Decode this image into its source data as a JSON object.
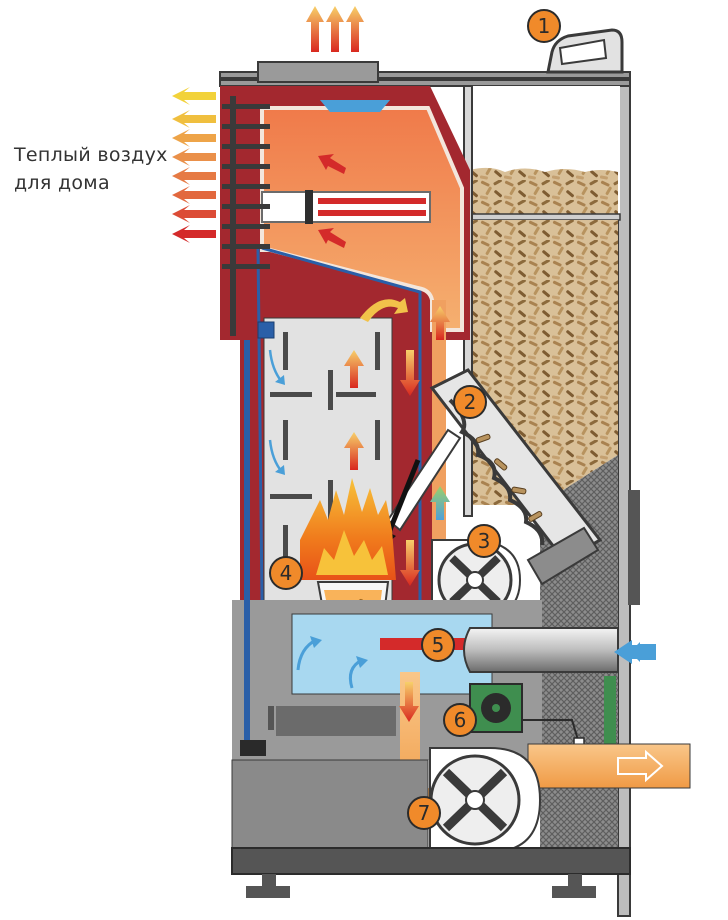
{
  "caption": {
    "line1": "Теплый воздух",
    "line2": "для дома"
  },
  "markers": [
    {
      "number": "1",
      "name": "pellet-hopper-lid"
    },
    {
      "number": "2",
      "name": "feed-auger"
    },
    {
      "number": "3",
      "name": "feed-motor"
    },
    {
      "number": "4",
      "name": "burner-chamber"
    },
    {
      "number": "5",
      "name": "air-inlet-pipe"
    },
    {
      "number": "6",
      "name": "control-unit"
    },
    {
      "number": "7",
      "name": "blower-fan"
    }
  ],
  "colors": {
    "casing_red": "#a3282f",
    "heat_orange": "#f0a060",
    "metal_gray": "#c9c9c9",
    "base_dark": "#5a5a5a",
    "water_blue": "#a8d8f0",
    "marker_orange": "#f08a2a",
    "pellet_brown": "#c8a878"
  }
}
